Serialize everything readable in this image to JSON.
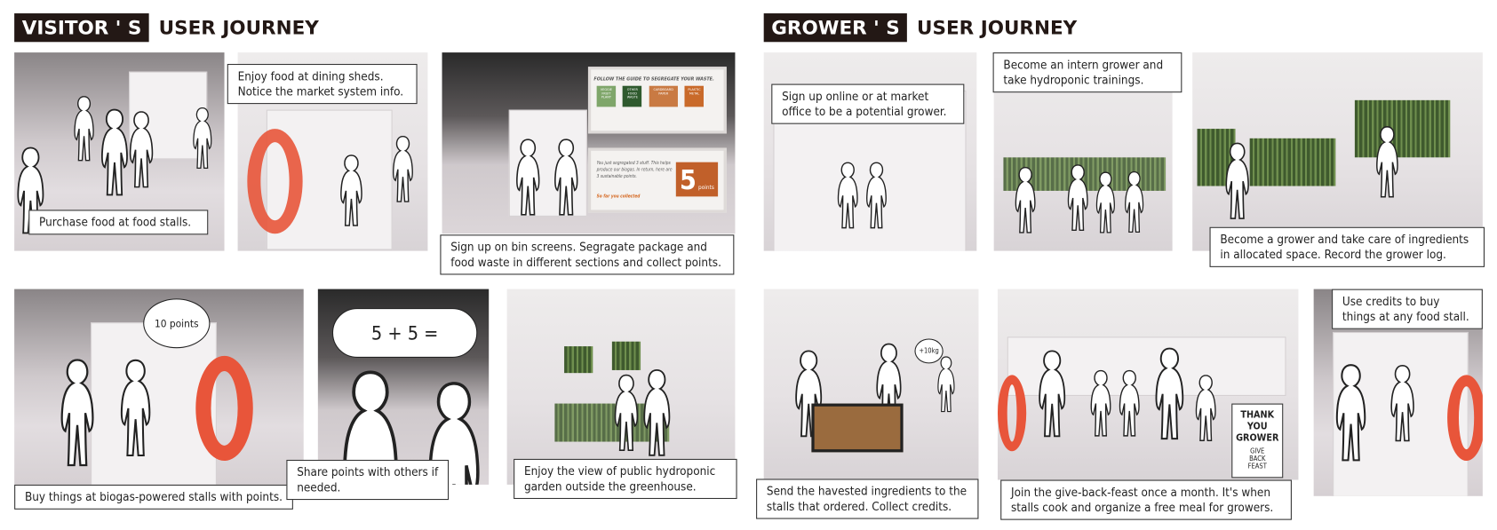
{
  "visitor": {
    "title_tag": "VISITOR ' S",
    "title_rest": "USER JOURNEY",
    "steps": [
      {
        "caption": "Purchase food at food stalls."
      },
      {
        "caption": "Enjoy food at dining sheds. Notice the market system info."
      },
      {
        "caption": "Sign up on bin screens. Segragate package and food waste in different sections and collect points."
      },
      {
        "caption": "Buy things at biogas-powered stalls with points.",
        "bubble": "10 points"
      },
      {
        "caption": "Share points with others if needed.",
        "bubble": "5 + 5 ="
      },
      {
        "caption": "Enjoy the view of public hydroponic garden outside the greenhouse."
      }
    ],
    "bin_screen": {
      "guide": "FOLLOW THE GUIDE TO SEGREGATE YOUR WASTE.",
      "categories": [
        "VEGGIE FRUIT PLANT",
        "OTHER FOOD WASTE",
        "CARDBOARD PAPER",
        "PLASTIC METAL"
      ],
      "category_colors": [
        "#7fa66a",
        "#2f5a2e",
        "#c97a43",
        "#c96a2a"
      ],
      "message": "You just segregated 3 stuff. This helps produce our biogas. In return, here are 3 sustainable points.",
      "collected_label": "So far you collected",
      "points_value": "5",
      "points_unit": "points"
    }
  },
  "grower": {
    "title_tag": "GROWER ' S",
    "title_rest": "USER JOURNEY",
    "steps": [
      {
        "caption": "Sign up online or at market office to be a potential grower."
      },
      {
        "caption": "Become an intern grower and take hydroponic trainings."
      },
      {
        "caption": "Become a grower and take care of ingredients in allocated space. Record the grower log."
      },
      {
        "caption": "Send the havested ingredients to the stalls that ordered. Collect credits.",
        "bubble": "+10kg"
      },
      {
        "caption": "Join the give-back-feast once a month. It's when stalls cook and organize a free meal for growers.",
        "sign_title": "THANK YOU GROWER",
        "sign_sub": "GIVE BACK FEAST"
      },
      {
        "caption": "Use credits to buy things at any food stall."
      }
    ]
  },
  "colors": {
    "title_bg": "#231815",
    "ring": "#e8553a",
    "plant": "#3f5a2e"
  }
}
